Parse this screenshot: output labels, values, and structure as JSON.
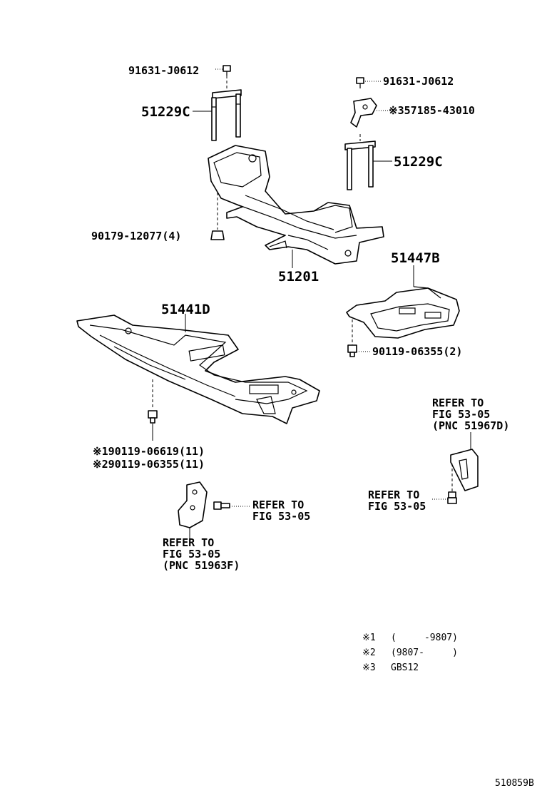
{
  "labels": {
    "bolt_top_left": "91631-J0612",
    "bolt_top_right": "91631-J0612",
    "stud_left": "51229C",
    "stud_right": "51229C",
    "bracket_ref": "※357185-43010",
    "nut": "90179-12077(4)",
    "crossmember": "51201",
    "cover_right": "51447B",
    "cover_main": "51441D",
    "screw_right": "90119-06355(2)",
    "screw_main_1": "※190119-06619(11)",
    "screw_main_2": "※290119-06355(11)",
    "refer_mid_1": "REFER TO",
    "refer_mid_2": "FIG 53-05",
    "refer_bottom_1": "REFER TO",
    "refer_bottom_2": "FIG 53-05",
    "refer_bottom_3": "(PNC 51963F)",
    "refer_right_1": "REFER TO",
    "refer_right_2": "FIG 53-05",
    "refer_right_3": "(PNC 51967D)",
    "refer_right_low_1": "REFER TO",
    "refer_right_low_2": "FIG 53-05"
  },
  "notes": [
    {
      "mark": "※1",
      "text": "(     -9807)"
    },
    {
      "mark": "※2",
      "text": "(9807-     )"
    },
    {
      "mark": "※3",
      "text": "GBS12"
    }
  ],
  "figure_id": "510859B"
}
